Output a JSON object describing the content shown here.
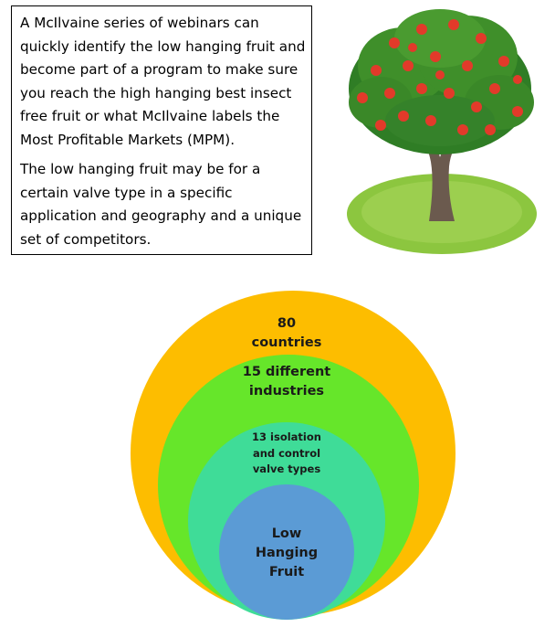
{
  "textbox": {
    "paragraph1": "A McIlvaine series of webinars can quickly identify the low hanging fruit and become part of a program to make sure you reach the high hanging best insect free fruit or what McIlvaine labels the Most Profitable Markets (MPM).",
    "paragraph2": "The low hanging fruit may be for a certain valve type in a specific application and geography and a unique set of competitors."
  },
  "tree": {
    "icon": "apple-tree-illustration",
    "fruit_color": "#e23a2a",
    "foliage_color": "#3f8f2a",
    "grass_color": "#8cc63f"
  },
  "circles": [
    {
      "label": "80 countries",
      "color": "#fdbd00"
    },
    {
      "label": "15 different industries",
      "color": "#66e62a"
    },
    {
      "label": "13 isolation and control valve types",
      "color": "#3fdc98"
    },
    {
      "label": "Low Hanging Fruit",
      "color": "#5b9bd5"
    }
  ]
}
